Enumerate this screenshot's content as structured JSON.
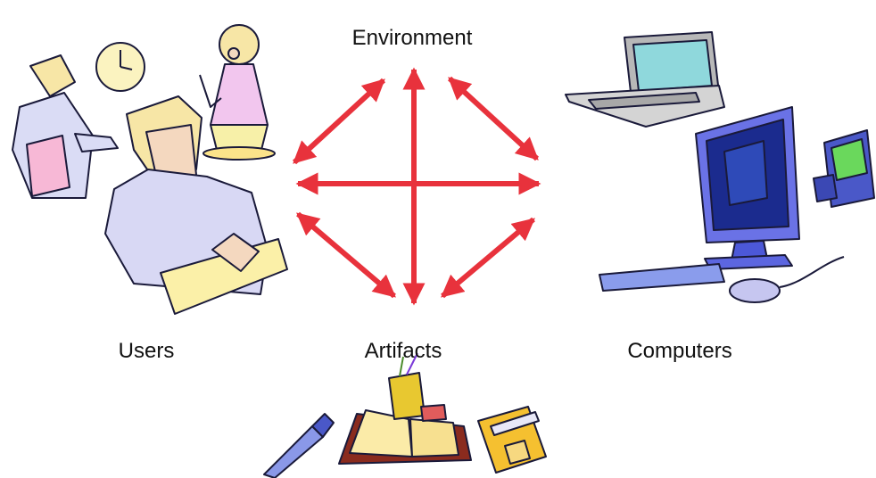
{
  "labels": {
    "environment": "Environment",
    "users": "Users",
    "artifacts": "Artifacts",
    "computers": "Computers"
  },
  "colors": {
    "arrow": "#e8323c",
    "outline": "#1a1a3a"
  },
  "icons": [
    "users-clipart-icon",
    "clock-icon",
    "laptop-icon",
    "desktop-computer-icon",
    "pda-icon",
    "pen-icon",
    "open-book-icon",
    "envelope-icon"
  ]
}
